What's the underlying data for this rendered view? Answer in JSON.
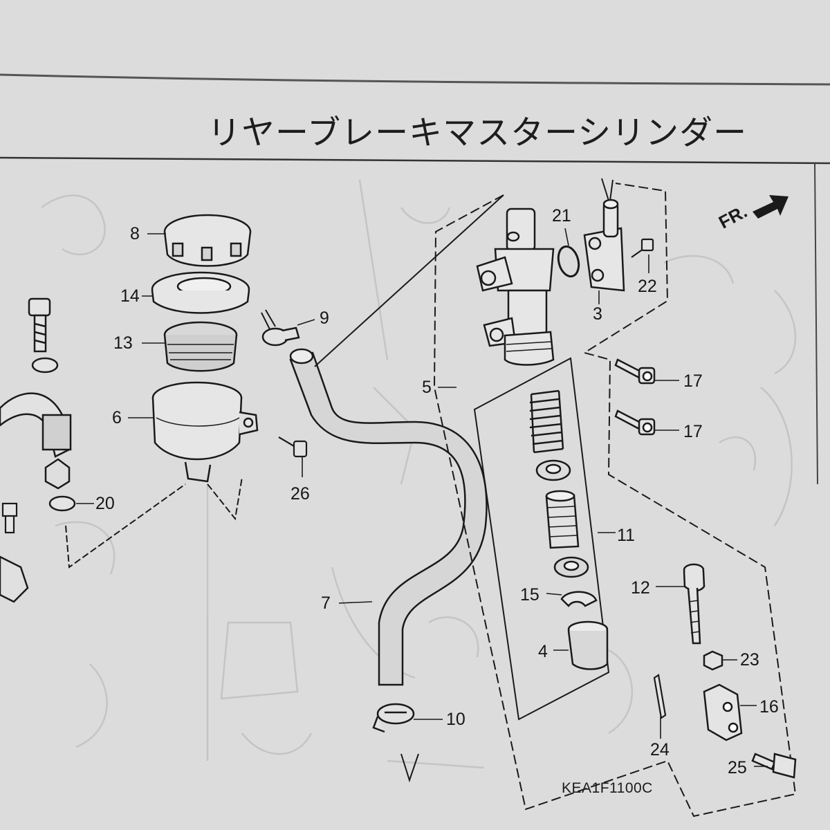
{
  "page": {
    "title": "リヤーブレーキマスターシリンダー",
    "diagram_code": "KEA1F1100C",
    "direction_label": "FR."
  },
  "callouts": {
    "c8": "8",
    "c14": "14",
    "c13": "13",
    "c6": "6",
    "c20": "20",
    "c9": "9",
    "c26": "26",
    "c7": "7",
    "c10": "10",
    "c5": "5",
    "c21": "21",
    "c3": "3",
    "c22": "22",
    "c11": "11",
    "c15": "15",
    "c4": "4",
    "c17a": "17",
    "c17b": "17",
    "c12": "12",
    "c23": "23",
    "c16": "16",
    "c24": "24",
    "c25": "25"
  },
  "colors": {
    "paper": "#dcdcdc",
    "ink": "#1a1a1a",
    "ghost": "#c4c4c4"
  }
}
